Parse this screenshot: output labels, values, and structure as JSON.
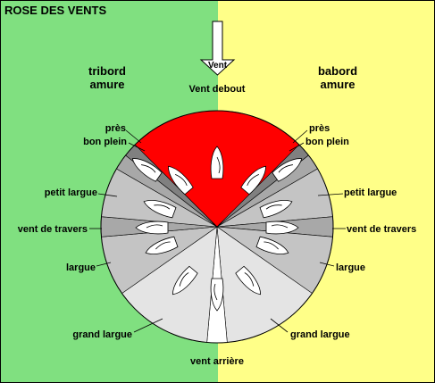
{
  "title": "ROSE DES VENTS",
  "colors": {
    "starboard_bg": "#80e080",
    "port_bg": "#ffff88",
    "no_go": "#ff0000",
    "close_hauled": "#808080",
    "sector_dark": "#a8a8a8",
    "sector_mid": "#c4c4c4",
    "sector_light": "#e4e4e4",
    "dead_run": "#ffffff",
    "border": "#000000"
  },
  "sides": {
    "starboard": {
      "line1": "tribord",
      "line2": "amure"
    },
    "port": {
      "line1": "babord",
      "line2": "amure"
    }
  },
  "wind": {
    "arrow_label": "Vent",
    "head_wind": "Vent debout",
    "dead_run": "vent arrière"
  },
  "points_of_sail": {
    "starboard": {
      "pres": "près",
      "bon_plein": "bon plein",
      "petit_largue": "petit largue",
      "vent_de_travers": "vent de travers",
      "largue": "largue",
      "grand_largue": "grand largue"
    },
    "port": {
      "pres": "près",
      "bon_plein": "bon plein",
      "petit_largue": "petit largue",
      "vent_de_travers": "vent de travers",
      "largue": "largue",
      "grand_largue": "grand largue"
    }
  }
}
